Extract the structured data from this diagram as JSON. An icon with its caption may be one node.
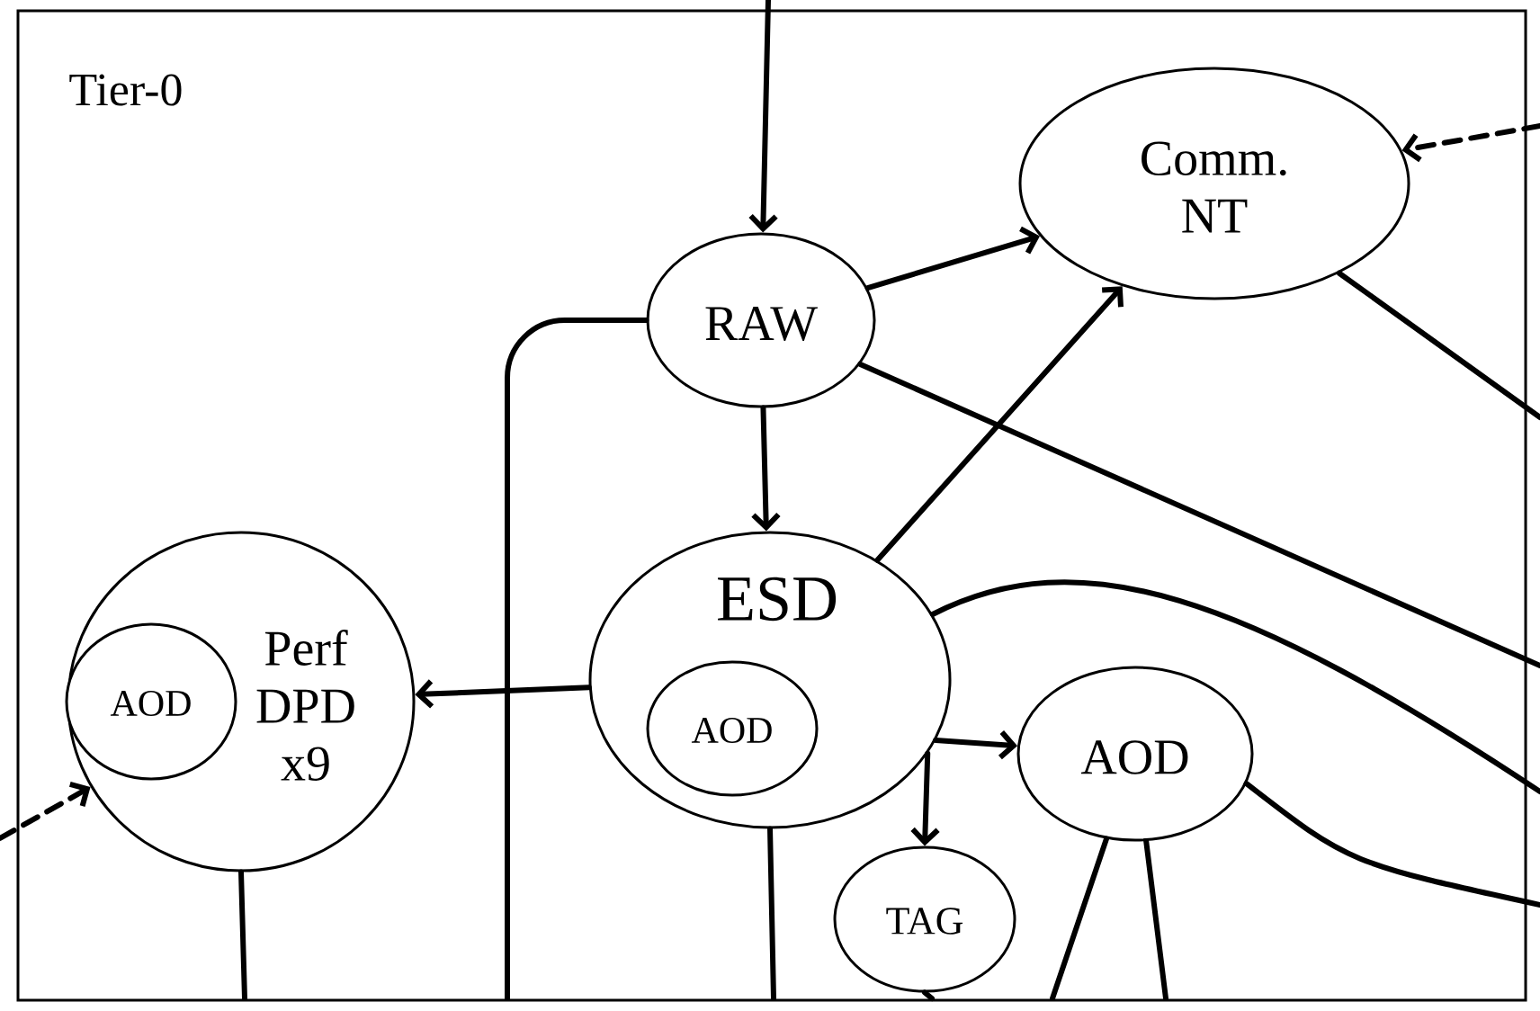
{
  "diagram": {
    "nodes": [
      {
        "text": [
          "Tier-0"
        ]
      },
      {
        "text": [
          "RAW"
        ],
        "in": 0
      },
      {
        "text": [
          "Comm. NT"
        ],
        "in": 0
      },
      {
        "text": [
          "ESD"
        ],
        "in": 0
      },
      {
        "text": [
          "AOD"
        ],
        "in": 3
      },
      {
        "text": [
          "Perf DPD x9"
        ],
        "in": 0
      },
      {
        "text": [
          "AOD"
        ],
        "in": 5
      },
      {
        "text": [
          "AOD"
        ],
        "in": 0
      },
      {
        "text": [
          "TAG"
        ],
        "in": 0
      }
    ],
    "edges": [
      {
        "from": null,
        "to": 1,
        "arrow": "to"
      },
      {
        "from": null,
        "to": 2,
        "arrow": "to",
        "style": "dashed"
      },
      {
        "from": 2,
        "to": null,
        "arrow": "none"
      },
      {
        "from": 1,
        "to": 2,
        "arrow": "to"
      },
      {
        "from": 1,
        "to": 3,
        "arrow": "to"
      },
      {
        "from": 3,
        "to": 2,
        "arrow": "to"
      },
      {
        "from": 1,
        "to": null,
        "arrow": "none"
      },
      {
        "from": 1,
        "to": null,
        "arrow": "none"
      },
      {
        "from": 3,
        "to": 5,
        "arrow": "to"
      },
      {
        "from": null,
        "to": 5,
        "arrow": "to",
        "style": "dashed"
      },
      {
        "from": 5,
        "to": null,
        "arrow": "none"
      },
      {
        "from": 3,
        "to": null,
        "arrow": "none"
      },
      {
        "from": 3,
        "to": null,
        "arrow": "none"
      },
      {
        "from": 3,
        "to": 7,
        "arrow": "to"
      },
      {
        "from": 3,
        "to": 8,
        "arrow": "to"
      },
      {
        "from": 7,
        "to": null,
        "arrow": "none"
      },
      {
        "from": 7,
        "to": null,
        "arrow": "none"
      },
      {
        "from": 7,
        "to": null,
        "arrow": "none"
      },
      {
        "from": 8,
        "to": null,
        "arrow": "none"
      }
    ]
  }
}
